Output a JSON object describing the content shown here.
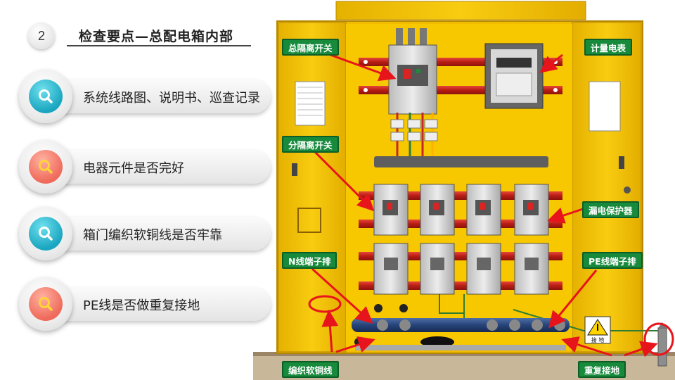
{
  "header": {
    "number": "2",
    "title": "检查要点—总配电箱内部"
  },
  "checklist": {
    "items": [
      {
        "label": "系统线路图、说明书、巡查记录",
        "color": "teal"
      },
      {
        "label": "电器元件是否完好",
        "color": "coral"
      },
      {
        "label": "箱门编织软铜线是否牢靠",
        "color": "teal"
      },
      {
        "label": "PE线是否做重复接地",
        "color": "coral"
      }
    ],
    "icon": "magnifier-icon"
  },
  "diagram": {
    "labels": {
      "main_switch": "总隔离开关",
      "meter": "计量电表",
      "branch_switch": "分隔离开关",
      "leakage_protector": "漏电保护器",
      "n_terminal": "N线端子排",
      "pe_terminal": "PE线端子排",
      "braided_copper": "编织软铜线",
      "repeat_ground": "重复接地"
    },
    "ground_sign": "接 地"
  },
  "colors": {
    "cabinet": "#f5c400",
    "label_bg": "#178a3c",
    "arrow": "#e8141b",
    "busbar": "#c8281e",
    "teal": "#1aa6c0",
    "coral": "#ef6a5b"
  }
}
